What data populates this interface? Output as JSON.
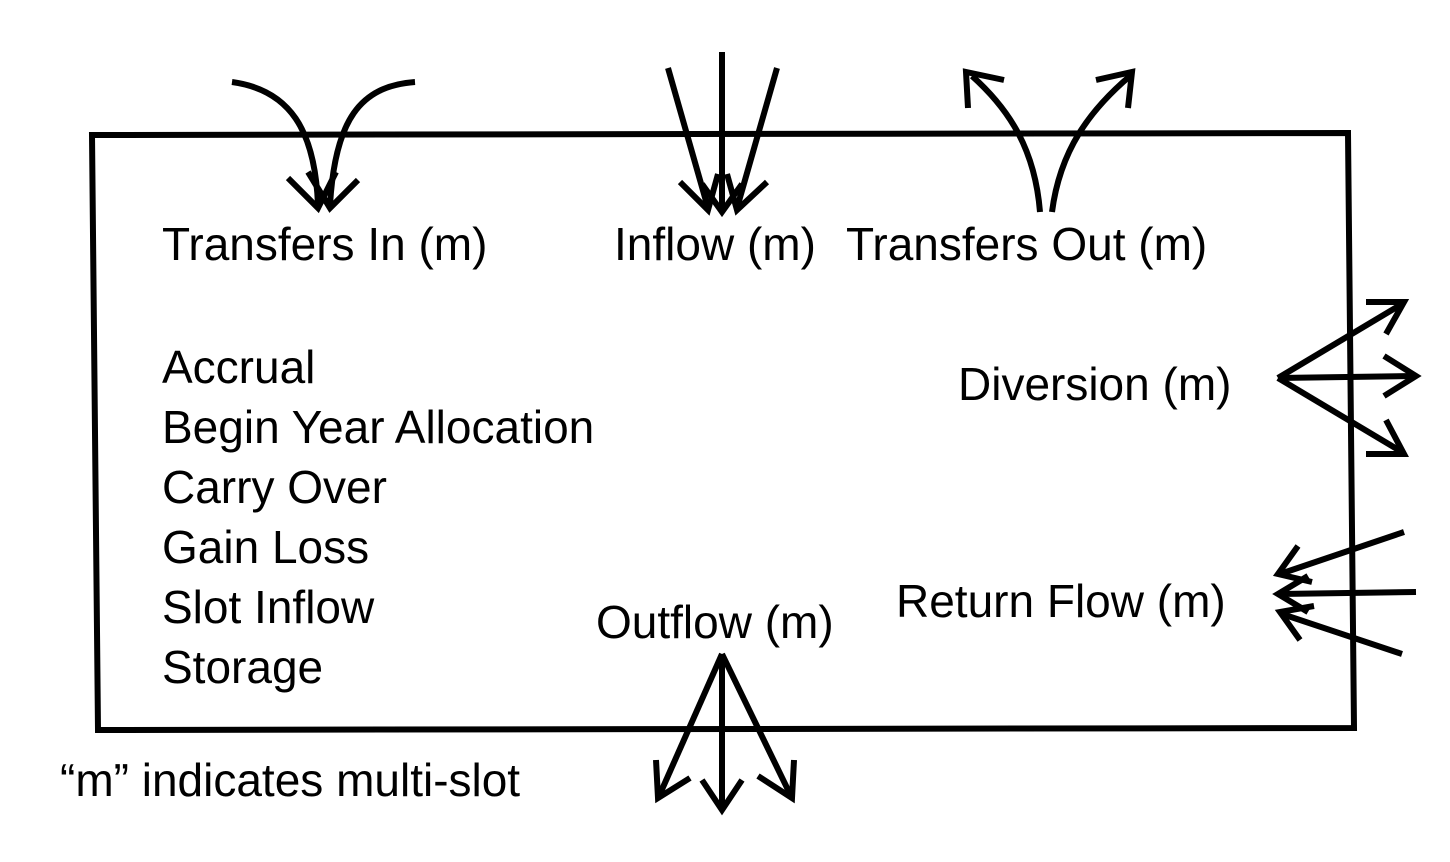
{
  "labels": {
    "transfers_in": "Transfers In (m)",
    "inflow": "Inflow (m)",
    "transfers_out": "Transfers Out (m)",
    "diversion": "Diversion (m)",
    "return_flow": "Return Flow (m)",
    "outflow": "Outflow (m)"
  },
  "slots": [
    "Accrual",
    "Begin Year Allocation",
    "Carry Over",
    "Gain Loss",
    "Slot Inflow",
    "Storage"
  ],
  "footnote": "“m” indicates multi-slot",
  "colors": {
    "ink": "#000000",
    "background": "#ffffff"
  }
}
